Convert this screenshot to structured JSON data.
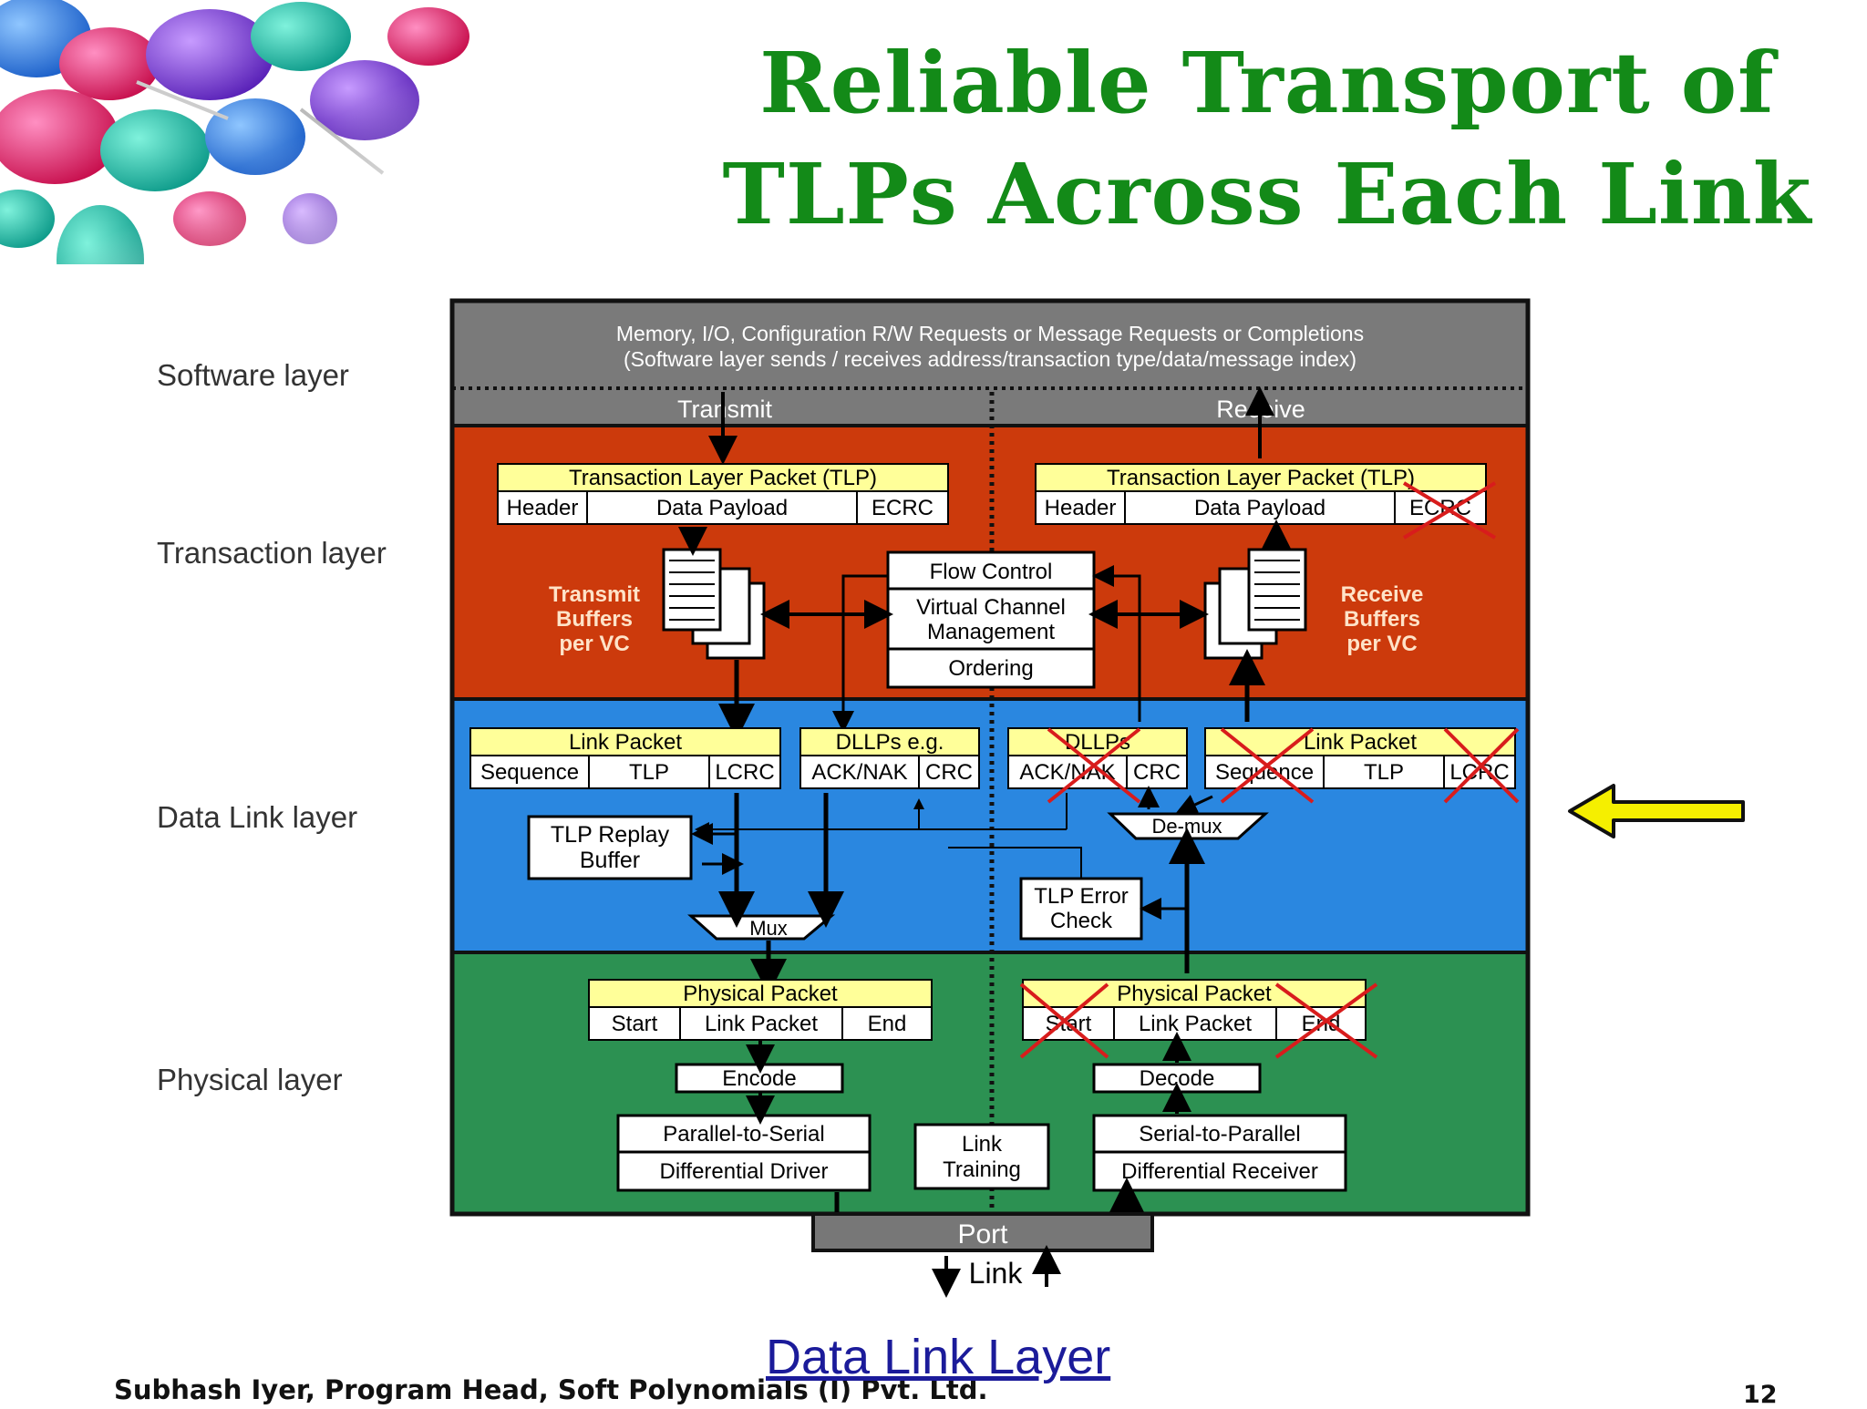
{
  "title": {
    "line1": "Reliable Transport of",
    "line2": "TLPs Across Each Link"
  },
  "layers": {
    "software": "Software layer",
    "transaction": "Transaction layer",
    "data_link": "Data Link layer",
    "physical": "Physical layer"
  },
  "software_box": {
    "line1": "Memory, I/O, Configuration R/W Requests or Message Requests or Completions",
    "line2": "(Software layer sends / receives address/transaction type/data/message index)",
    "transmit": "Transmit",
    "receive": "Receive"
  },
  "transaction": {
    "tlp_title": "Transaction Layer Packet (TLP)",
    "header": "Header",
    "data_payload": "Data Payload",
    "ecrc": "ECRC",
    "transmit_buffers": [
      "Transmit",
      "Buffers",
      "per VC"
    ],
    "receive_buffers": [
      "Receive",
      "Buffers",
      "per VC"
    ],
    "flow_control": "Flow Control",
    "vc_management": [
      "Virtual Channel",
      "Management"
    ],
    "ordering": "Ordering"
  },
  "data_link": {
    "link_packet": "Link Packet",
    "sequence": "Sequence",
    "tlp": "TLP",
    "lcrc": "LCRC",
    "dllps_eg": "DLLPs e.g.",
    "dllps": "DLLPs",
    "ack_nak": "ACK/NAK",
    "crc": "CRC",
    "replay_buffer": [
      "TLP Replay",
      "Buffer"
    ],
    "mux": "Mux",
    "demux": "De-mux",
    "tlp_error_check": [
      "TLP Error",
      "Check"
    ]
  },
  "physical": {
    "physical_packet": "Physical Packet",
    "start": "Start",
    "link_packet": "Link Packet",
    "end": "End",
    "encode": "Encode",
    "decode": "Decode",
    "p2s": "Parallel-to-Serial",
    "diff_driver": "Differential Driver",
    "link_training": [
      "Link",
      "Training"
    ],
    "s2p": "Serial-to-Parallel",
    "diff_receiver": "Differential Receiver",
    "port": "Port",
    "link": "Link"
  },
  "footer": {
    "author": "Subhash Iyer, Program Head, Soft Polynomials (I) Pvt. Ltd.",
    "link_text": "Data Link Layer",
    "page": "12"
  },
  "colors": {
    "title_green": "#138a18",
    "software_gray": "#7a7a7a",
    "transaction_red": "#cc3a0c",
    "data_link_blue": "#2a87e0",
    "physical_green": "#2c9152",
    "label_yellow": "#ffff99",
    "arrow_yellow": "#f5ef00",
    "cross_red": "#d81c1c"
  }
}
